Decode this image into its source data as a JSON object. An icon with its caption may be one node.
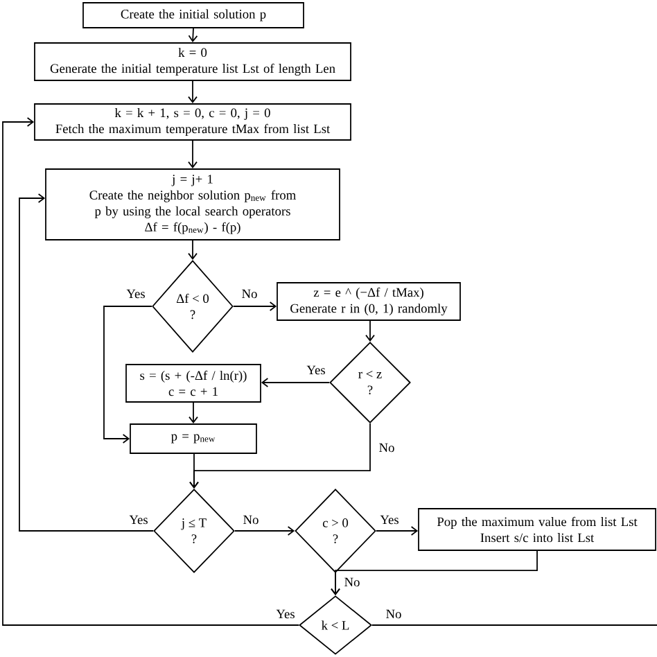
{
  "diagram": {
    "nodes": [
      {
        "text": [
          "Create the initial solution p"
        ]
      },
      {
        "text": [
          "k = 0",
          "Generate the initial temperature list Lst of length Len"
        ]
      },
      {
        "text": [
          "k = k + 1, s = 0, c = 0, j = 0",
          "Fetch the maximum temperature tMax from list Lst"
        ]
      },
      {
        "text": [
          "j = j+ 1",
          "Create the neighbor solution p$_{new}$ from p by using the local search operators",
          "Δf = f(p$_{new}$) - f(p)"
        ]
      },
      {
        "text": [
          "Δf < 0",
          "?"
        ]
      },
      {
        "text": [
          "z = e ^ (−Δf / tMax)",
          "Generate r in (0, 1) randomly"
        ]
      },
      {
        "text": [
          "r < z",
          "?"
        ]
      },
      {
        "text": [
          "s = (s + (-Δf / ln(r))",
          "c = c + 1"
        ]
      },
      {
        "text": [
          "p = p$_{new}$"
        ]
      },
      {
        "text": [
          "j ≤ T",
          "?"
        ]
      },
      {
        "text": [
          "c > 0",
          "?"
        ]
      },
      {
        "text": [
          "Pop the maximum value from list Lst",
          "Insert s/c into list Lst"
        ]
      },
      {
        "text": [
          "k < L"
        ]
      }
    ],
    "edges": [
      {
        "from": 0,
        "to": 1,
        "arrow": "to"
      },
      {
        "from": 1,
        "to": 2,
        "arrow": "to"
      },
      {
        "from": 2,
        "to": 3,
        "arrow": "to"
      },
      {
        "from": 3,
        "to": 4,
        "arrow": "to"
      },
      {
        "from": 4,
        "to": 5,
        "arrow": "to",
        "label": "No"
      },
      {
        "from": 4,
        "to": 8,
        "arrow": "to",
        "label": "Yes"
      },
      {
        "from": 5,
        "to": 6,
        "arrow": "to"
      },
      {
        "from": 6,
        "to": 7,
        "arrow": "to",
        "label": "Yes"
      },
      {
        "from": 7,
        "to": 8,
        "arrow": "to"
      },
      {
        "from": 6,
        "to": 9,
        "arrow": "to",
        "label": "No"
      },
      {
        "from": 8,
        "to": 9,
        "arrow": "to"
      },
      {
        "from": 9,
        "to": 3,
        "arrow": "to",
        "label": "Yes"
      },
      {
        "from": 9,
        "to": 10,
        "arrow": "to",
        "label": "No"
      },
      {
        "from": 10,
        "to": 11,
        "arrow": "to",
        "label": "Yes"
      },
      {
        "from": 10,
        "to": 12,
        "arrow": "to",
        "label": "No"
      },
      {
        "from": 11,
        "to": 12,
        "arrow": "to"
      },
      {
        "from": 12,
        "to": 2,
        "arrow": "to",
        "label": "Yes"
      },
      {
        "from": 12,
        "to": null,
        "arrow": "none",
        "label": "No"
      }
    ]
  }
}
